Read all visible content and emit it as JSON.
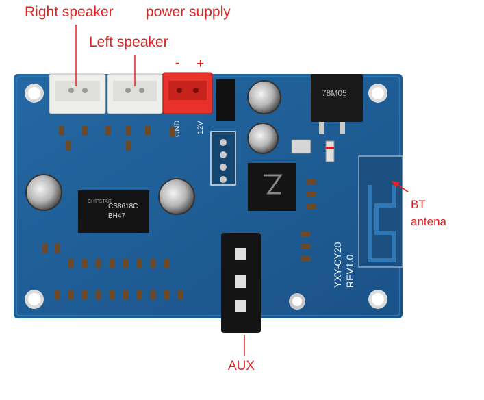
{
  "labels": {
    "right_speaker": "Right speaker",
    "left_speaker": "Left speaker",
    "power_supply": "power supply",
    "minus": "-",
    "plus": "+",
    "bt_line1": "BT",
    "bt_line2": "antena",
    "aux": "AUX"
  },
  "silkscreen": {
    "main_chip": "CS8618C",
    "main_chip_code": "BH47",
    "chip_brand": "CHIPSTAR",
    "regulator": "78M05",
    "model": "YXY-CY20",
    "revision": "REV1.0",
    "gnd": "GND",
    "v12": "12V"
  },
  "colors": {
    "board": "#1f5d94",
    "board_dark": "#174a78",
    "label": "#e32222",
    "connector_white": "#eeeeea",
    "connector_red": "#e8322b"
  }
}
